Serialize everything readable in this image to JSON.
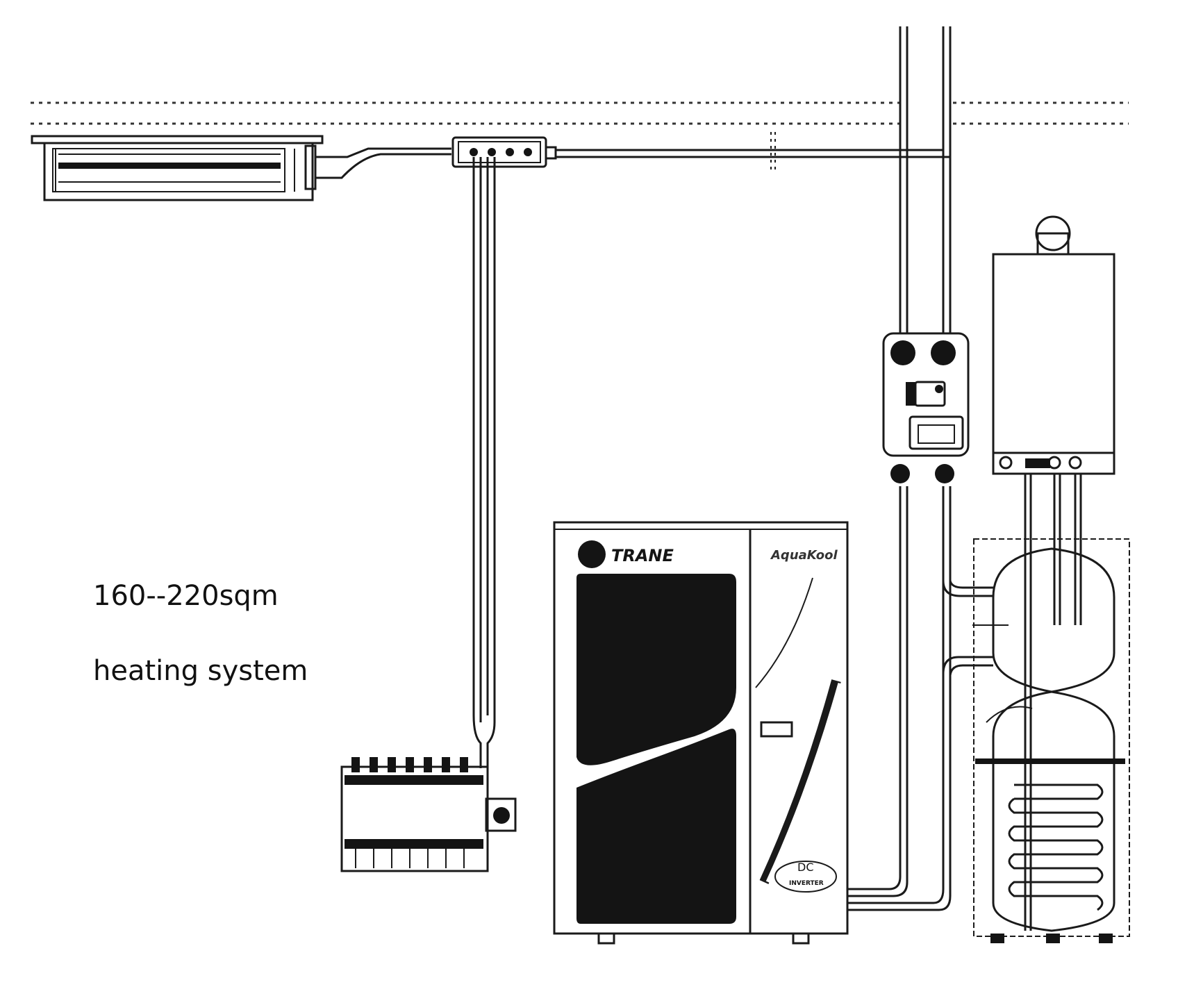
{
  "caption": {
    "area": "160--220sqm",
    "system": "heating system"
  },
  "unit_labels": {
    "brand": "TRANE",
    "series": "AquaKool",
    "badge_top": "DC",
    "badge_bottom": "INVERTER"
  }
}
